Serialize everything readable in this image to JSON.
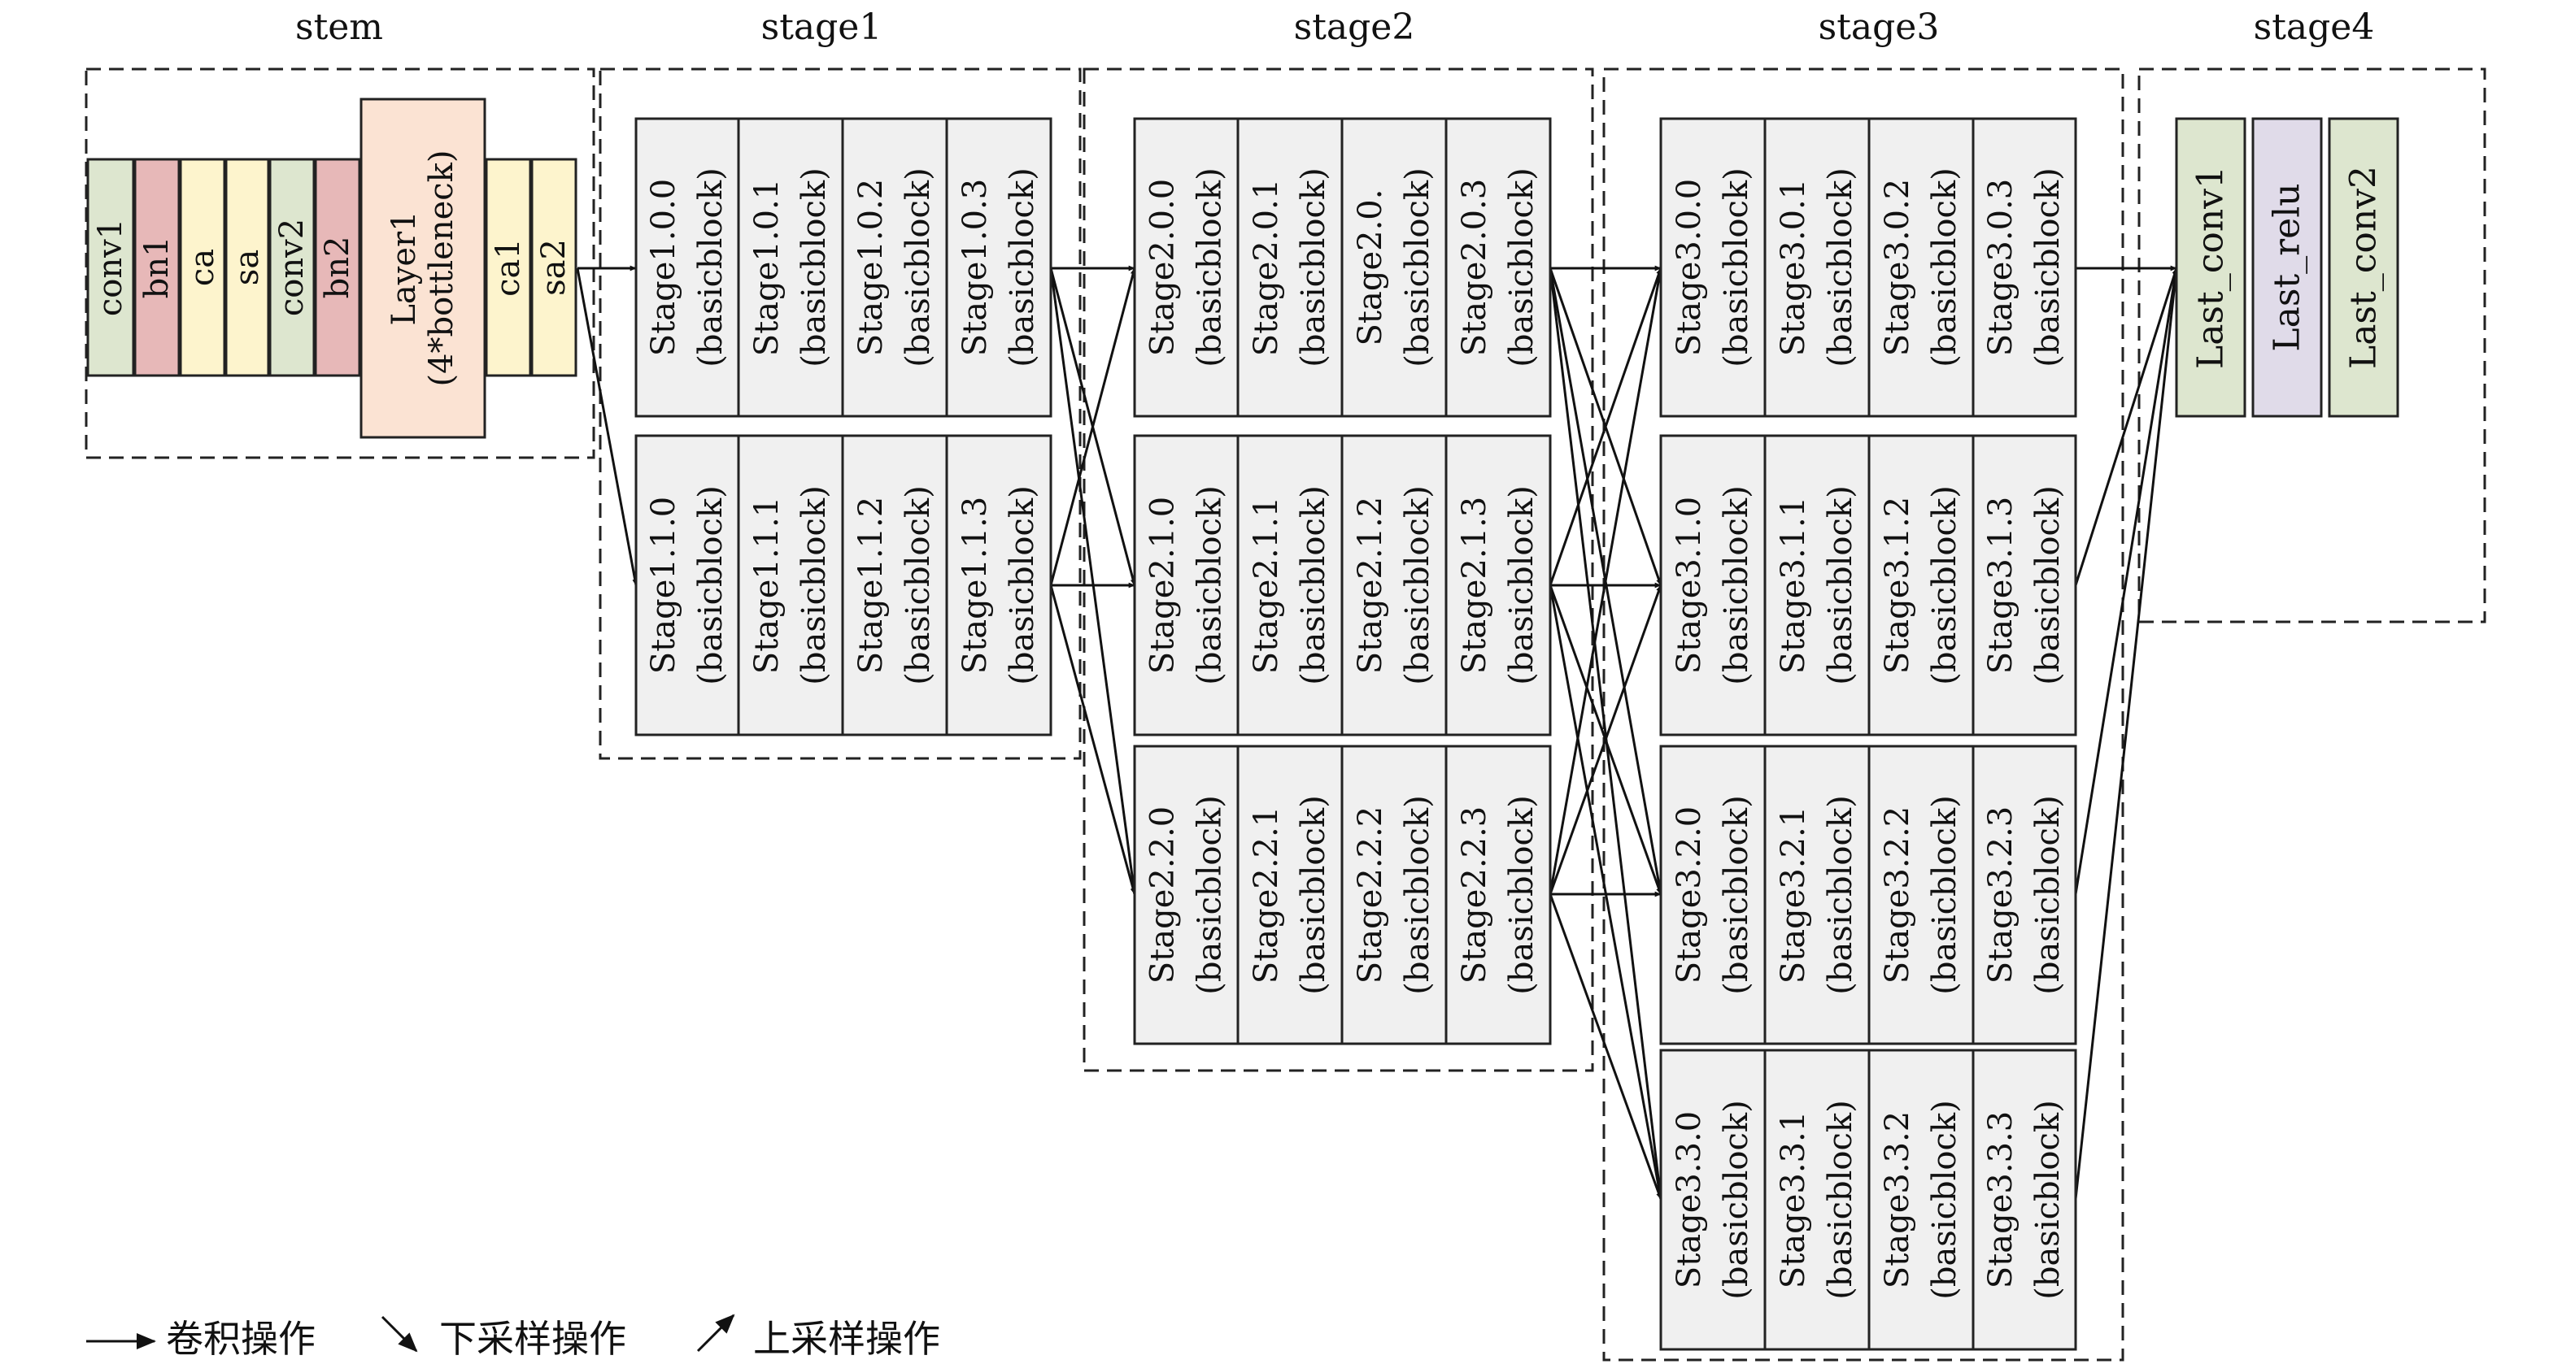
{
  "stage_titles": [
    "stem",
    "stage1",
    "stage2",
    "stage3",
    "stage4"
  ],
  "stem": {
    "layers": [
      {
        "label": "conv1",
        "color": "#dde6cf"
      },
      {
        "label": "bn1",
        "color": "#e7b8b8"
      },
      {
        "label": "ca",
        "color": "#fdf4cd"
      },
      {
        "label": "sa",
        "color": "#fdf4cd"
      },
      {
        "label": "conv2",
        "color": "#dde6cf"
      },
      {
        "label": "bn2",
        "color": "#e7b8b8"
      },
      {
        "label": "Layer1\n(4*bottleneck)",
        "color": "#fbe3d3"
      },
      {
        "label": "ca1",
        "color": "#fdf4cd"
      },
      {
        "label": "sa2",
        "color": "#fdf4cd"
      }
    ]
  },
  "stage1": [
    [
      "Stage1.0.0\n(basicblock)",
      "Stage1.0.1\n(basicblock)",
      "Stage1.0.2\n(basicblock)",
      "Stage1.0.3\n(basicblock)"
    ],
    [
      "Stage1.1.0\n(basicblock)",
      "Stage1.1.1\n(basicblock)",
      "Stage1.1.2\n(basicblock)",
      "Stage1.1.3\n(basicblock)"
    ]
  ],
  "stage2": [
    [
      "Stage2.0.0\n(basicblock)",
      "Stage2.0.1\n(basicblock)",
      "Stage2.0.\n(basicblock)",
      "Stage2.0.3\n(basicblock)"
    ],
    [
      "Stage2.1.0\n(basicblock)",
      "Stage2.1.1\n(basicblock)",
      "Stage2.1.2\n(basicblock)",
      "Stage2.1.3\n(basicblock)"
    ],
    [
      "Stage2.2.0\n(basicblock)",
      "Stage2.2.1\n(basicblock)",
      "Stage2.2.2\n(basicblock)",
      "Stage2.2.3\n(basicblock)"
    ]
  ],
  "stage3": [
    [
      "Stage3.0.0\n(basicblock)",
      "Stage3.0.1\n(basicblock)",
      "Stage3.0.2\n(basicblock)",
      "Stage3.0.3\n(basicblock)"
    ],
    [
      "Stage3.1.0\n(basicblock)",
      "Stage3.1.1\n(basicblock)",
      "Stage3.1.2\n(basicblock)",
      "Stage3.1.3\n(basicblock)"
    ],
    [
      "Stage3.2.0\n(basicblock)",
      "Stage3.2.1\n(basicblock)",
      "Stage3.2.2\n(basicblock)",
      "Stage3.2.3\n(basicblock)"
    ],
    [
      "Stage3.3.0\n(basicblock)",
      "Stage3.3.1\n(basicblock)",
      "Stage3.3.2\n(basicblock)",
      "Stage3.3.3\n(basicblock)"
    ]
  ],
  "stage4": [
    {
      "label": "Last_conv1",
      "color": "#dde6cf"
    },
    {
      "label": "Last_relu",
      "color": "#e0dbe9"
    },
    {
      "label": "Last_conv2",
      "color": "#dde6cf"
    }
  ],
  "block_fill": "#f0f0f0",
  "legend": [
    "卷积操作",
    "下采样操作",
    "上采样操作"
  ]
}
